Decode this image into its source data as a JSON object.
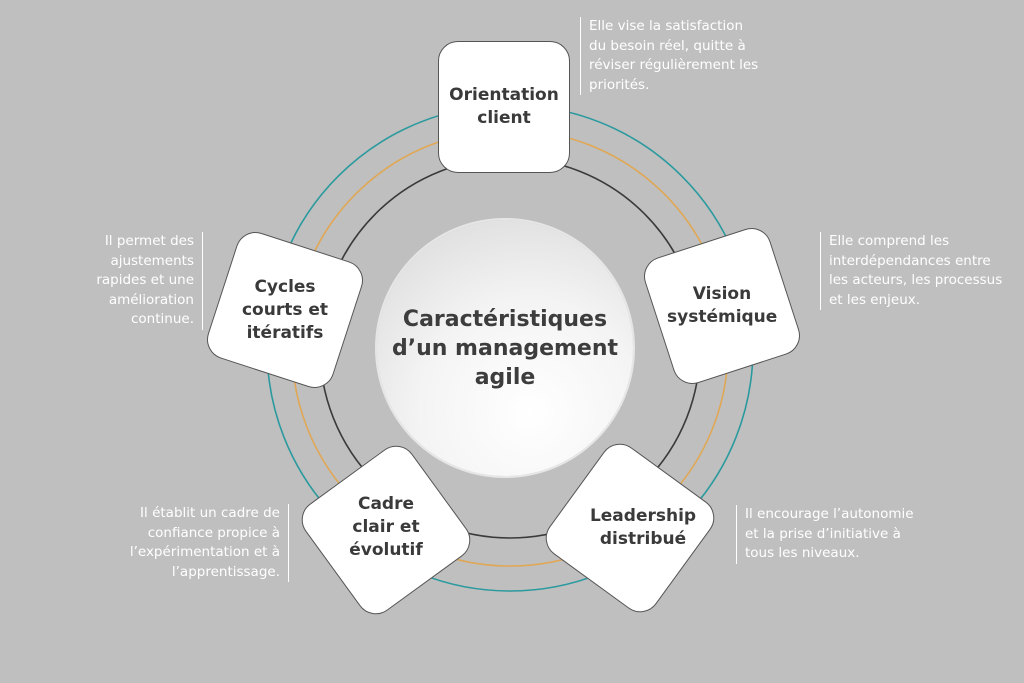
{
  "title": "Caractéristiques d’un management agile",
  "colors": {
    "background": "#bfbfbf",
    "ring_outer": "#2a9a9e",
    "ring_middle": "#e0a755",
    "ring_inner": "#3a3a3a"
  },
  "items": [
    {
      "label": "Orientation client",
      "description": "Elle vise la satisfaction du besoin réel, quitte à réviser régulièrement les priorités."
    },
    {
      "label": "Vision systémique",
      "description": "Elle comprend les interdépendances entre les acteurs, les processus et les enjeux."
    },
    {
      "label": "Leadership distribué",
      "description": "Il encourage l’autonomie et la prise d’initiative à tous les niveaux."
    },
    {
      "label": "Cadre clair et évolutif",
      "description": "Il établit un cadre de confiance propice à l’expérimentation et à l’apprentissage."
    },
    {
      "label": "Cycles courts et itératifs",
      "description": "Il permet des ajustements rapides et une amélioration continue."
    }
  ]
}
